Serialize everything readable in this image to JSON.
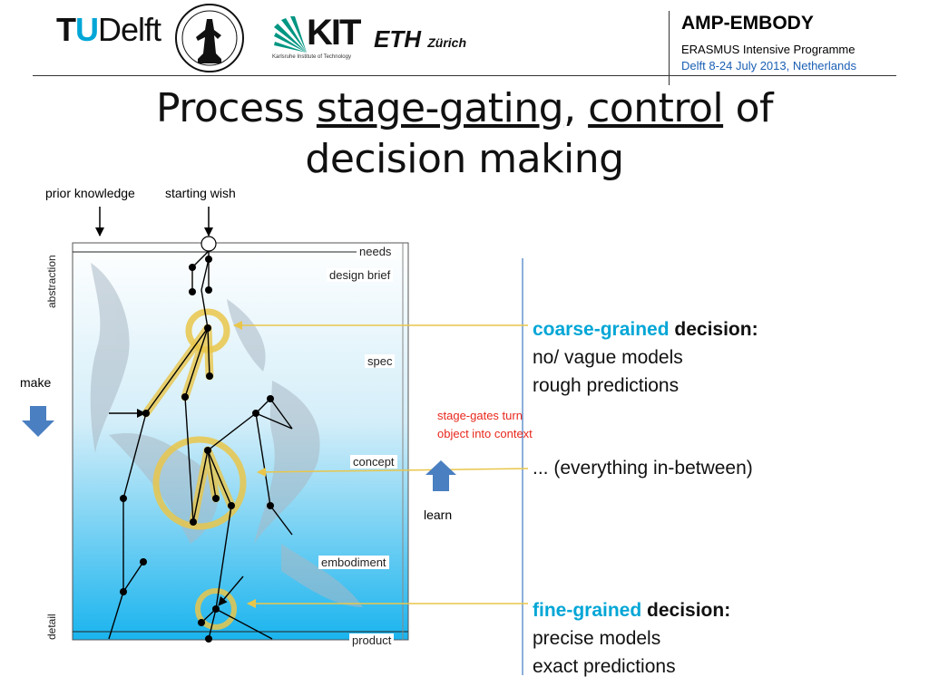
{
  "header": {
    "tudelft": {
      "t": "T",
      "u": "U",
      "delft": "Delft"
    },
    "kit": {
      "word": "KIT",
      "sub": "Karlsruhe Institute of Technology"
    },
    "eth": {
      "word": "ETH",
      "zurich": "Zürich"
    },
    "program_title": "AMP-EMBODY",
    "program_sub": "ERASMUS Intensive Programme",
    "program_date": "Delft 8-24 July 2013, Netherlands"
  },
  "title": {
    "part1": "Process ",
    "stage_gating": "stage-gating",
    "comma": ", ",
    "control": "control",
    "part2": " of",
    "line2": "decision making"
  },
  "diagram": {
    "prior_knowledge": "prior knowledge",
    "starting_wish": "starting wish",
    "stages": [
      "needs",
      "design brief",
      "spec",
      "concept",
      "embodiment",
      "product"
    ],
    "axis_top": "abstraction",
    "axis_bottom": "detail",
    "make": "make",
    "learn": "learn",
    "stage_gates_line1": "stage-gates turn",
    "stage_gates_line2": "object into context"
  },
  "right": {
    "coarse_prefix": "coarse-grained",
    "coarse_suffix": " decision:",
    "coarse_l1": "no/ vague models",
    "coarse_l2": "rough predictions",
    "middle": "... (everything in-between)",
    "fine_prefix": "fine-grained",
    "fine_suffix": " decision:",
    "fine_l1": "precise models",
    "fine_l2": "exact predictions"
  },
  "colors": {
    "accent_cyan": "#00a6d6",
    "highlight_yellow": "#e9c64a",
    "arrow_blue": "#4a7fc1",
    "stage_gate_red": "#e8271c"
  }
}
